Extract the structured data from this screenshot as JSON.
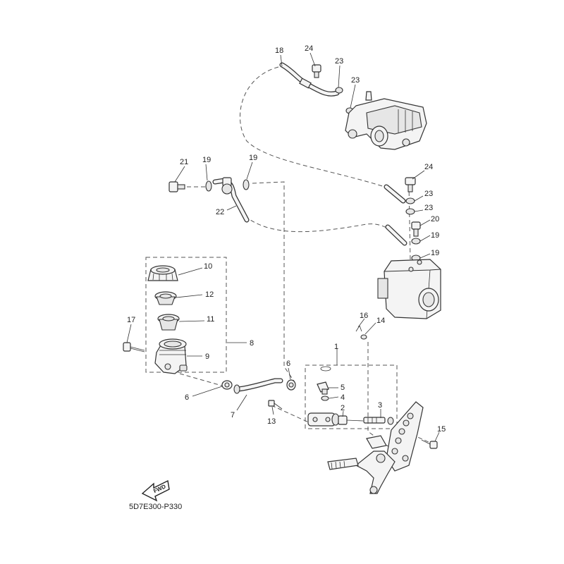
{
  "diagram": {
    "part_labels": [
      {
        "id": "18",
        "text": "18"
      },
      {
        "id": "24a",
        "text": "24"
      },
      {
        "id": "23a",
        "text": "23"
      },
      {
        "id": "23b",
        "text": "23"
      },
      {
        "id": "21",
        "text": "21"
      },
      {
        "id": "19a",
        "text": "19"
      },
      {
        "id": "19b",
        "text": "19"
      },
      {
        "id": "24b",
        "text": "24"
      },
      {
        "id": "23c",
        "text": "23"
      },
      {
        "id": "23d",
        "text": "23"
      },
      {
        "id": "22",
        "text": "22"
      },
      {
        "id": "20",
        "text": "20"
      },
      {
        "id": "19c",
        "text": "19"
      },
      {
        "id": "19d",
        "text": "19"
      },
      {
        "id": "10",
        "text": "10"
      },
      {
        "id": "12",
        "text": "12"
      },
      {
        "id": "11",
        "text": "11"
      },
      {
        "id": "17",
        "text": "17"
      },
      {
        "id": "8",
        "text": "8"
      },
      {
        "id": "9",
        "text": "9"
      },
      {
        "id": "16",
        "text": "16"
      },
      {
        "id": "14",
        "text": "14"
      },
      {
        "id": "1",
        "text": "1"
      },
      {
        "id": "6a",
        "text": "6"
      },
      {
        "id": "5",
        "text": "5"
      },
      {
        "id": "4",
        "text": "4"
      },
      {
        "id": "6b",
        "text": "6"
      },
      {
        "id": "7",
        "text": "7"
      },
      {
        "id": "2",
        "text": "2"
      },
      {
        "id": "3",
        "text": "3"
      },
      {
        "id": "13",
        "text": "13"
      },
      {
        "id": "15",
        "text": "15"
      }
    ],
    "figure_code": "5D7E300-P330",
    "fwd_text": "FWD"
  }
}
